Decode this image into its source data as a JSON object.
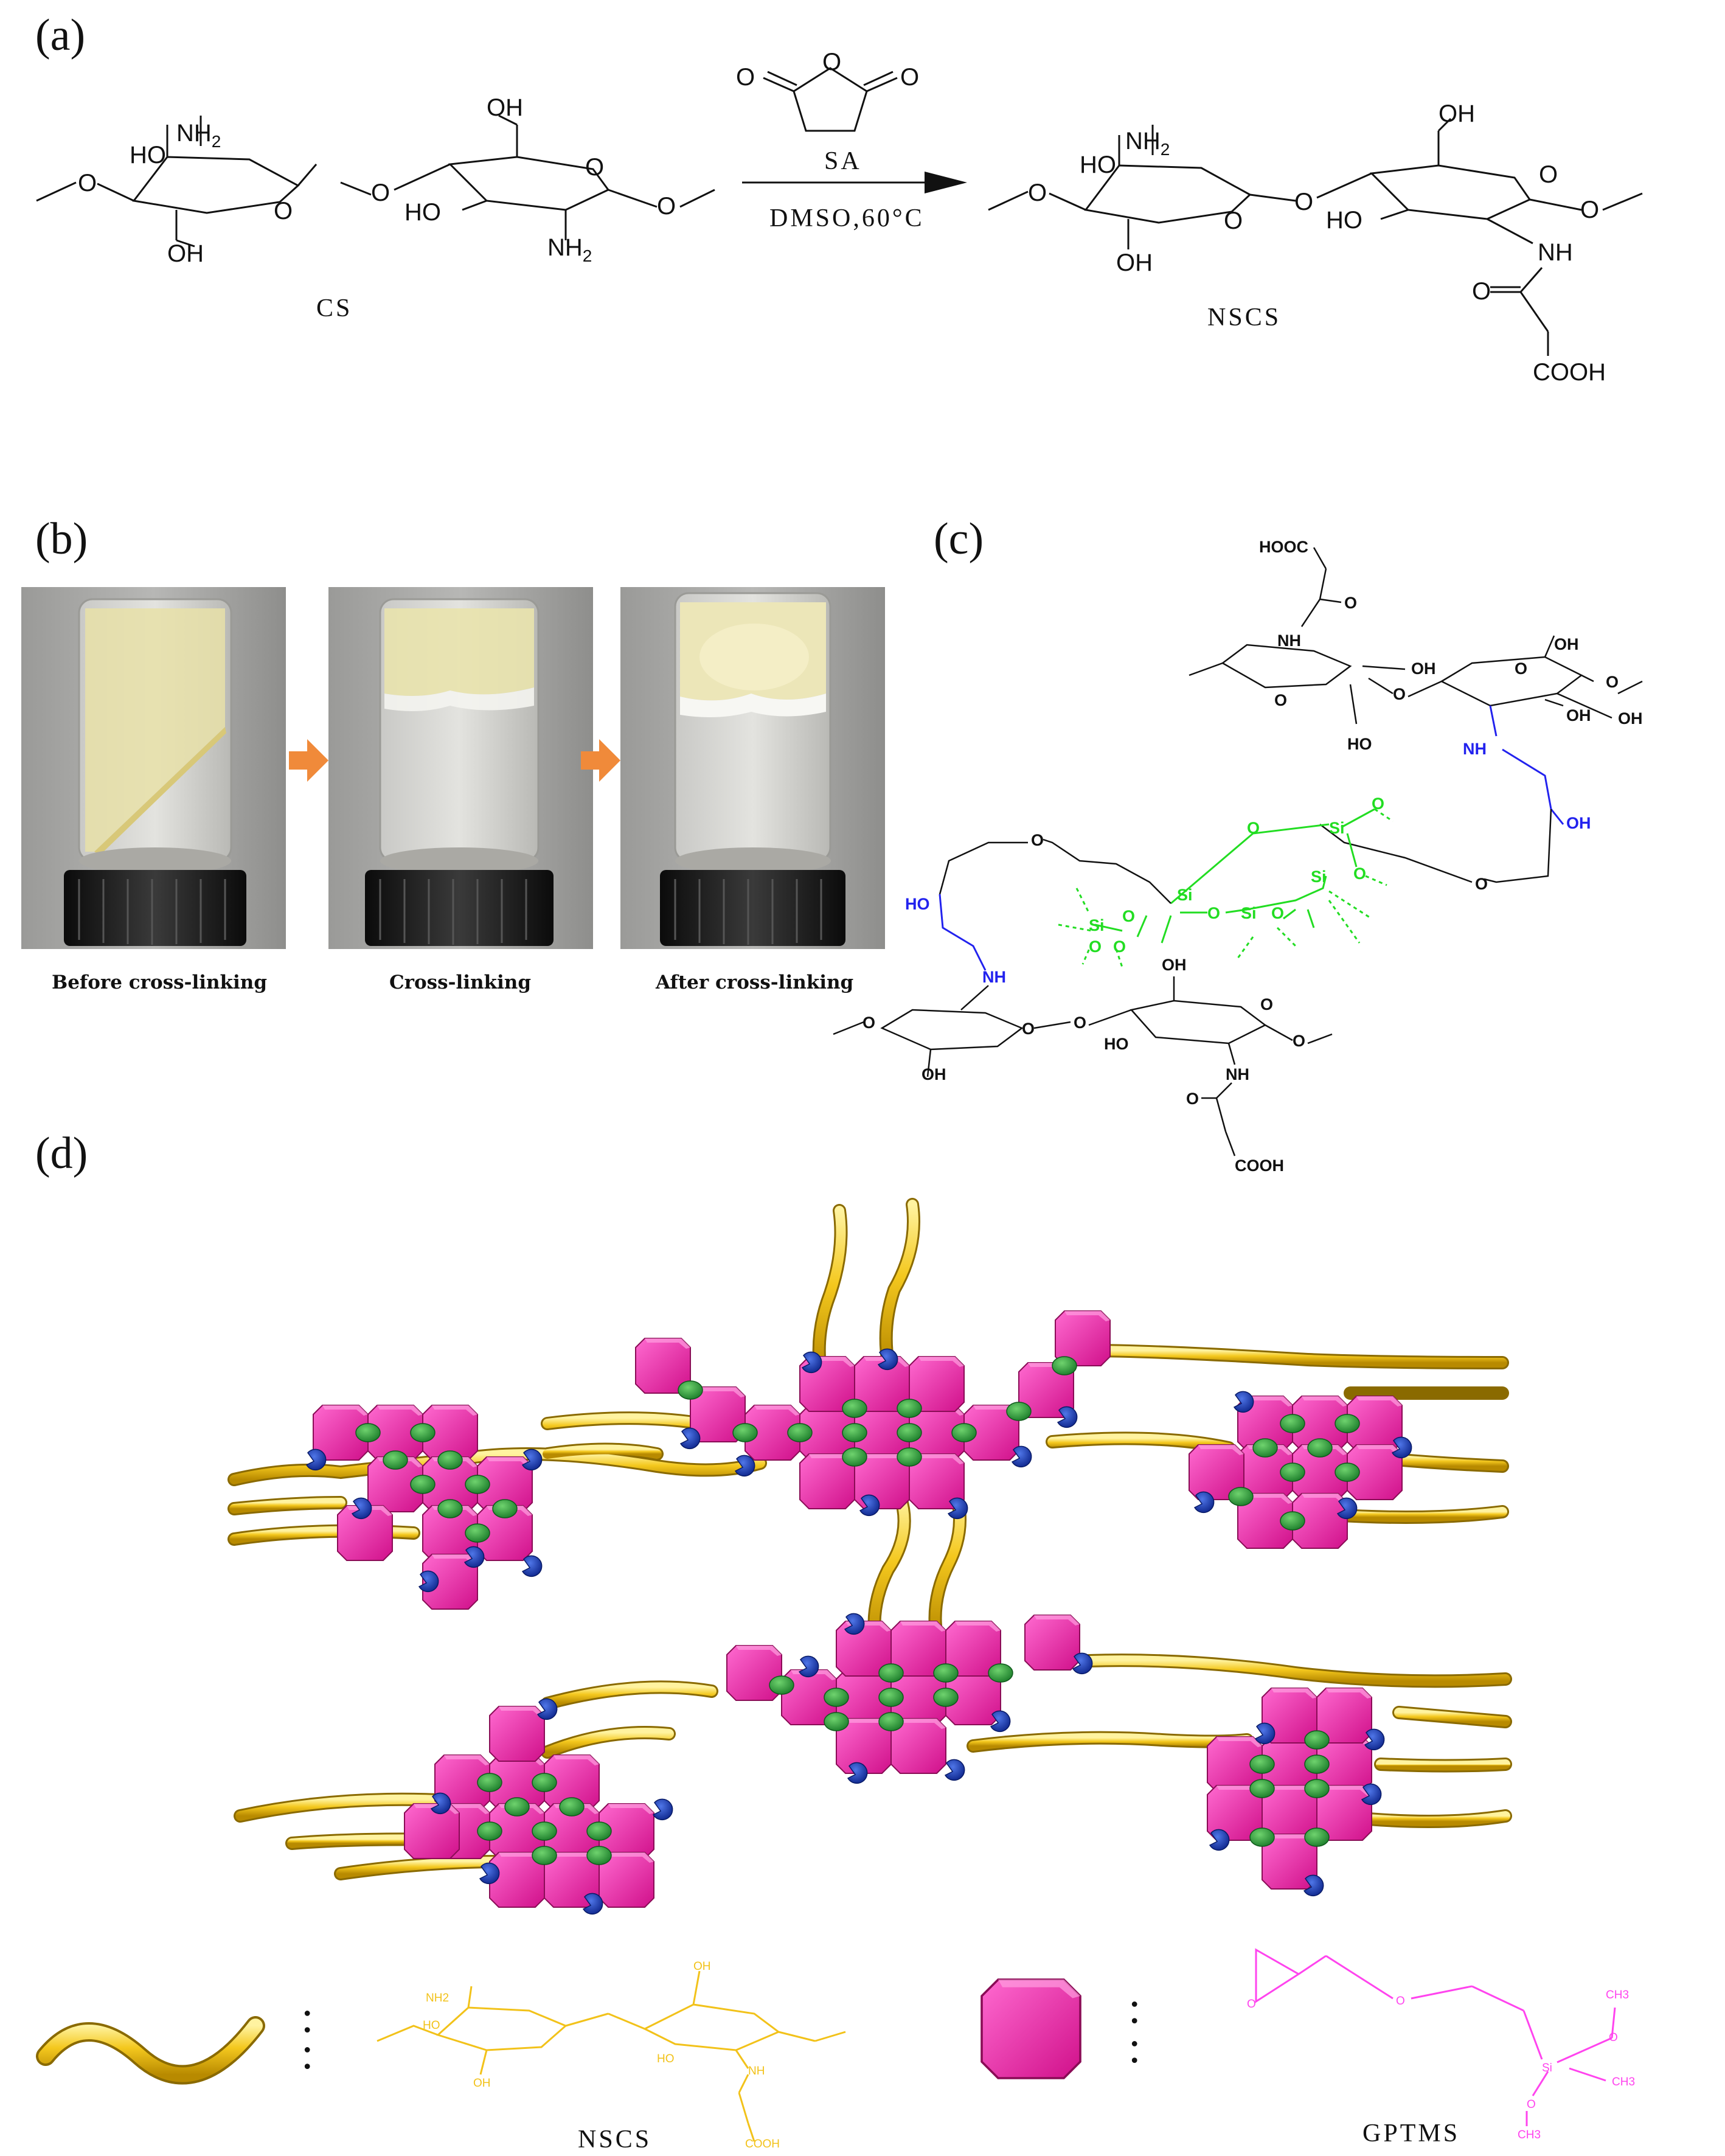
{
  "panel_labels": {
    "a": "(a)",
    "b": "(b)",
    "c": "(c)",
    "d": "(d)"
  },
  "panel_a": {
    "reactant_name": "CS",
    "product_name": "NSCS",
    "reagent_name": "SA",
    "conditions": "DMSO,60°C",
    "groups": {
      "nh2": "NH",
      "nh2_sub": "2",
      "oh": "OH",
      "ho": "HO",
      "nh": "NH",
      "o": "O",
      "cooh": "COOH"
    }
  },
  "panel_b": {
    "captions": [
      "Before cross-linking",
      "Cross-linking",
      "After cross-linking"
    ]
  },
  "panel_c": {
    "groups": {
      "hooc": "HOOC",
      "cooh": "COOH",
      "nh": "NH",
      "oh": "OH",
      "ho": "HO",
      "si": "Si",
      "o": "O"
    }
  },
  "legend": {
    "nscs_name": "NSCS",
    "gptms_name": "GPTMS",
    "separator": ":",
    "groups": {
      "nh2": "NH2",
      "oh": "OH",
      "ho": "HO",
      "nh": "NH",
      "cooh": "COOH",
      "ch3": "CH3",
      "si": "Si",
      "o": "O"
    }
  },
  "colors": {
    "chain": "#f0c419",
    "block": "#e8209c",
    "green_node": "#2e9e3c",
    "blue_node": "#1e3fb4",
    "gptms_chem": "#ff44ee",
    "nscs_chem": "#f2c21a",
    "arrow": "#f08a3a",
    "si_network": "#22dd22",
    "linker": "#2222ee"
  }
}
